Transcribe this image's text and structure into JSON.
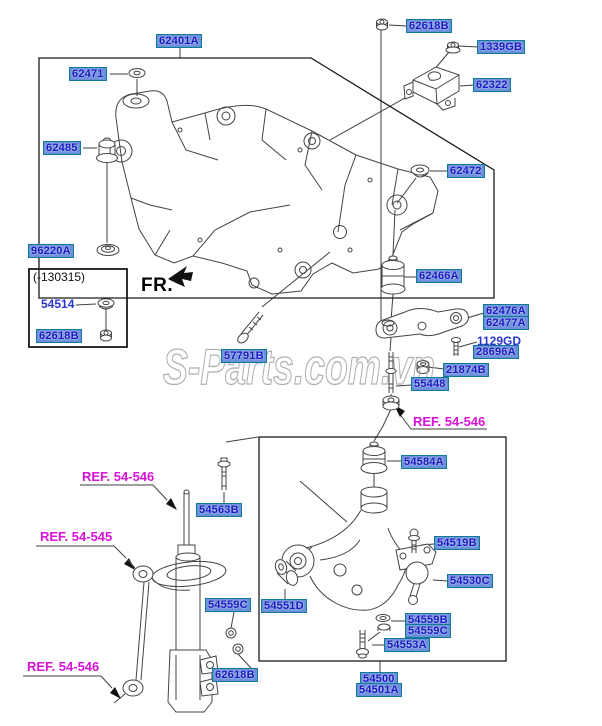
{
  "watermark": "S-Parts.com.vn",
  "fr_indicator": "FR.",
  "variant_box": {
    "note": "(-130315)"
  },
  "parts": {
    "62401A": "62401A",
    "62618B": "62618B",
    "1339GB": "1339GB",
    "62322": "62322",
    "62471": "62471",
    "62472": "62472",
    "62485": "62485",
    "96220A": "96220A",
    "54514": "54514",
    "57791B": "57791B",
    "62466A": "62466A",
    "62476A": "62476A",
    "62477A": "62477A",
    "1129GD": "1129GD",
    "28696A": "28696A",
    "21874B": "21874B",
    "55448": "55448",
    "54584A": "54584A",
    "54563B": "54563B",
    "54519B": "54519B",
    "54530C": "54530C",
    "54551D": "54551D",
    "54559B": "54559B",
    "54559C": "54559C",
    "54553A": "54553A",
    "54500": "54500",
    "54501A": "54501A"
  },
  "refs": {
    "ref_54_546": "REF. 54-546",
    "ref_54_545": "REF. 54-545"
  },
  "colors": {
    "part_text": "#1a16c4",
    "label_bg": "#6b8fdb",
    "label_border": "#0e7a96",
    "ref_text": "#d911d9",
    "plain_part_text": "#2a35cf",
    "line": "#3f3f3f",
    "watermark": "#9b9b9b"
  }
}
